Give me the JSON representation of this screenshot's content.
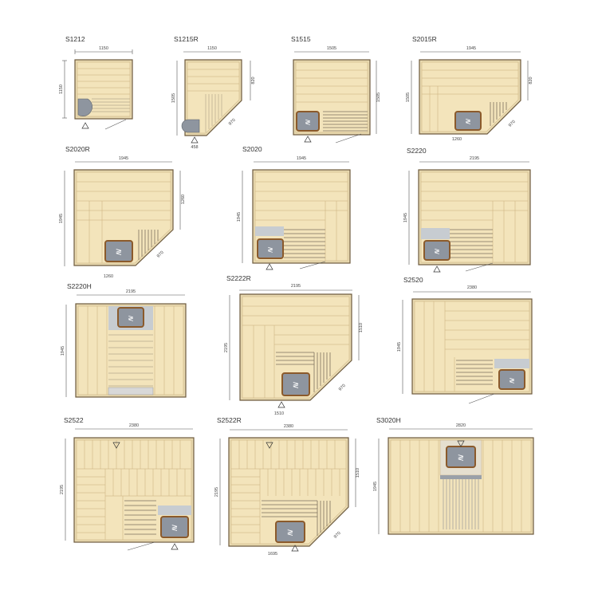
{
  "colors": {
    "wood": "#f3e4bb",
    "wood_line": "#c9ad7a",
    "frame": "#6d5a3e",
    "frame_fill": "#e8d9b0",
    "bench_slat": "#b7a98e",
    "heater": "#8e959f",
    "heater_dark": "#5e646c",
    "dim_line": "#555555",
    "grey_block": "#c7ccd1"
  },
  "models": [
    {
      "name": "S1212",
      "dims": [
        "1150",
        "1150"
      ]
    },
    {
      "name": "S1215R",
      "dims": [
        "1150",
        "1505",
        "820",
        "970",
        "458"
      ]
    },
    {
      "name": "S1515",
      "dims": [
        "1505",
        "1505"
      ]
    },
    {
      "name": "S2015R",
      "dims": [
        "1945",
        "1505",
        "820",
        "970",
        "1260"
      ]
    },
    {
      "name": "S2020R",
      "dims": [
        "1945",
        "1945",
        "1260",
        "970",
        "1260"
      ]
    },
    {
      "name": "S2020",
      "dims": [
        "1945",
        "1945"
      ]
    },
    {
      "name": "S2220",
      "dims": [
        "2195",
        "1945"
      ]
    },
    {
      "name": "S2220H",
      "dims": [
        "2195",
        "1945"
      ]
    },
    {
      "name": "S2222R",
      "dims": [
        "2195",
        "2195",
        "1510",
        "970",
        "1510"
      ]
    },
    {
      "name": "S2520",
      "dims": [
        "2380",
        "1945"
      ]
    },
    {
      "name": "S2522",
      "dims": [
        "2380",
        "2195"
      ]
    },
    {
      "name": "S2522R",
      "dims": [
        "2380",
        "2195",
        "1510",
        "970",
        "1695"
      ]
    },
    {
      "name": "S3020H",
      "dims": [
        "2820",
        "1945"
      ]
    }
  ]
}
